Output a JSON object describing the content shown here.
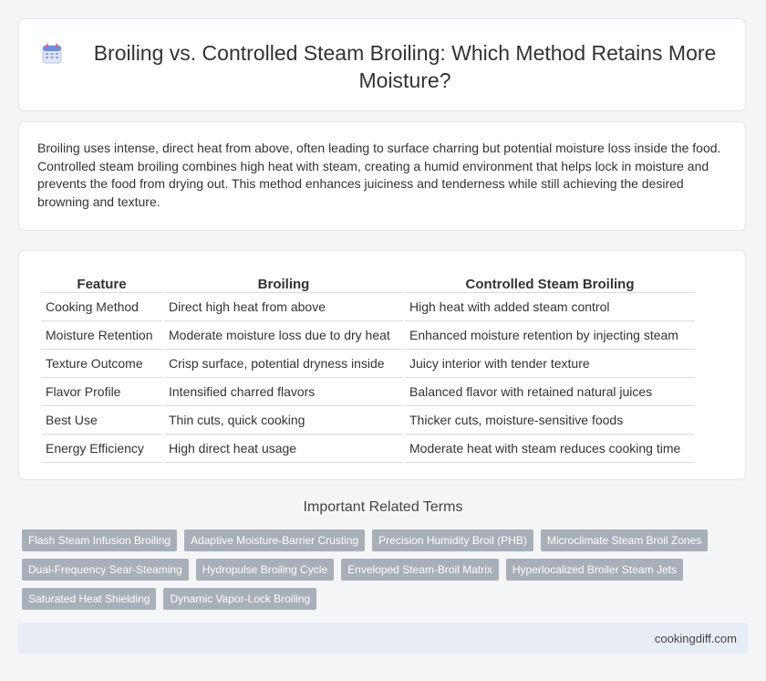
{
  "header": {
    "title": "Broiling vs. Controlled Steam Broiling: Which Method Retains More Moisture?",
    "icon": "calendar-icon"
  },
  "intro": {
    "text": "Broiling uses intense, direct heat from above, often leading to surface charring but potential moisture loss inside the food. Controlled steam broiling combines high heat with steam, creating a humid environment that helps lock in moisture and prevents the food from drying out. This method enhances juiciness and tenderness while still achieving the desired browning and texture."
  },
  "table": {
    "headers": [
      "Feature",
      "Broiling",
      "Controlled Steam Broiling"
    ],
    "rows": [
      [
        "Cooking Method",
        "Direct high heat from above",
        "High heat with added steam control"
      ],
      [
        "Moisture Retention",
        "Moderate moisture loss due to dry heat",
        "Enhanced moisture retention by injecting steam"
      ],
      [
        "Texture Outcome",
        "Crisp surface, potential dryness inside",
        "Juicy interior with tender texture"
      ],
      [
        "Flavor Profile",
        "Intensified charred flavors",
        "Balanced flavor with retained natural juices"
      ],
      [
        "Best Use",
        "Thin cuts, quick cooking",
        "Thicker cuts, moisture-sensitive foods"
      ],
      [
        "Energy Efficiency",
        "High direct heat usage",
        "Moderate heat with steam reduces cooking time"
      ]
    ]
  },
  "related": {
    "title": "Important Related Terms",
    "tags": [
      "Flash Steam Infusion Broiling",
      "Adaptive Moisture-Barrier Crusting",
      "Precision Humidity Broil (PHB)",
      "Microclimate Steam Broil Zones",
      "Dual-Frequency Sear-Steaming",
      "Hydropulse Broiling Cycle",
      "Enveloped Steam-Broil Matrix",
      "Hyperlocalized Broiler Steam Jets",
      "Saturated Heat Shielding",
      "Dynamic Vapor-Lock Broiling"
    ]
  },
  "footer": {
    "site": "cookingdiff.com"
  },
  "colors": {
    "tag_bg": "#a9afb8",
    "footer_bg": "#e8edf5",
    "page_bg": "#f4f5f7"
  }
}
